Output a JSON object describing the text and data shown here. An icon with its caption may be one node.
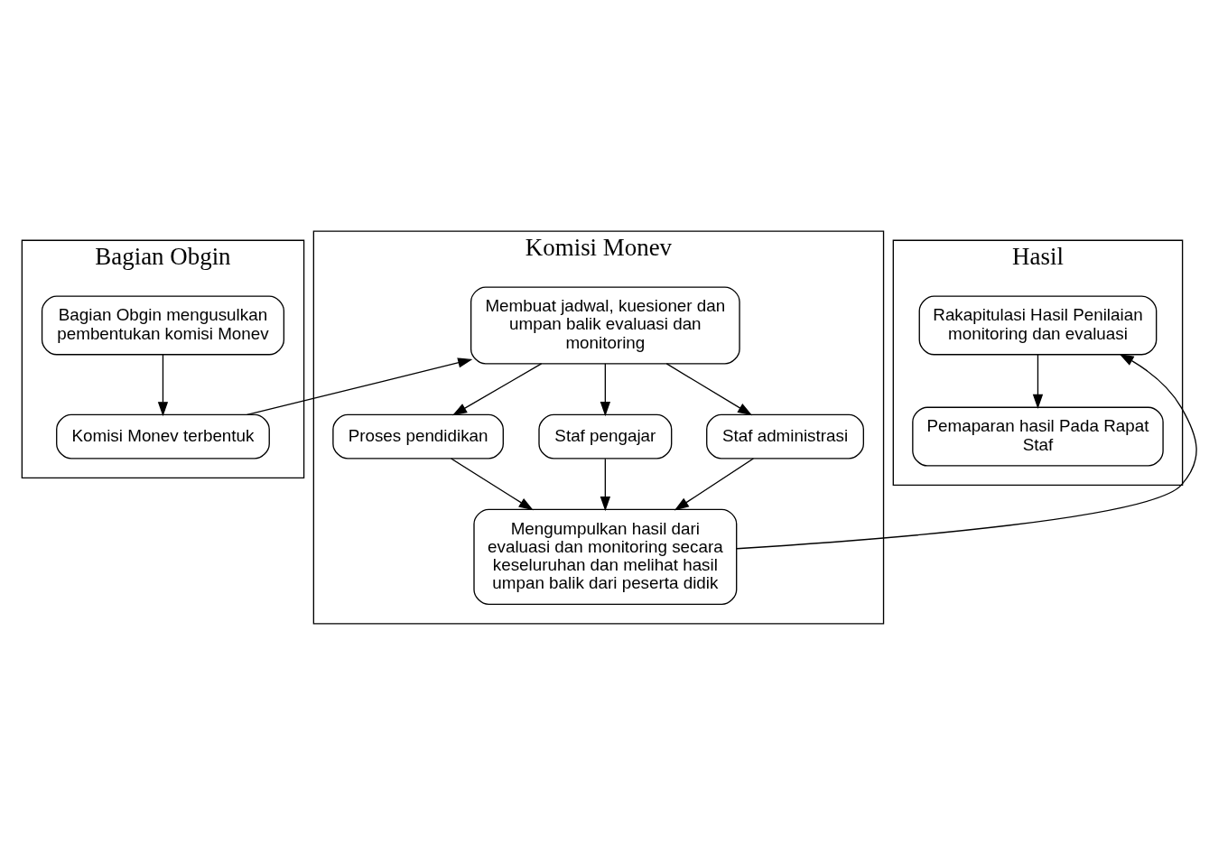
{
  "diagram": {
    "nodes": [
      {
        "text": [
          "Bagian Obgin"
        ]
      },
      {
        "text": [
          "Bagian Obgin mengusulkan pembentukan komisi Monev"
        ],
        "in": 0
      },
      {
        "text": [
          "Komisi Monev terbentuk"
        ],
        "in": 0
      },
      {
        "text": [
          "Komisi Monev"
        ]
      },
      {
        "text": [
          "Membuat jadwal, kuesioner dan umpan balik evaluasi dan  monitoring"
        ],
        "in": 3
      },
      {
        "text": [
          "Proses pendidikan"
        ],
        "in": 3
      },
      {
        "text": [
          "Staf pengajar"
        ],
        "in": 3
      },
      {
        "text": [
          "Staf administrasi"
        ],
        "in": 3
      },
      {
        "text": [
          "Mengumpulkan hasil dari evaluasi dan monitoring secara keseluruhan dan melihat hasil umpan balik dari peserta didik"
        ],
        "in": 3
      },
      {
        "text": [
          "Hasil"
        ]
      },
      {
        "text": [
          "Rakapitulasi Hasil Penilaian monitoring dan evaluasi"
        ],
        "in": 9
      },
      {
        "text": [
          "Pemaparan hasil Pada Rapat Staf"
        ],
        "in": 9
      }
    ],
    "edges": [
      {
        "from": 1,
        "to": 2,
        "arrow": "to"
      },
      {
        "from": 2,
        "to": 4,
        "arrow": "to"
      },
      {
        "from": 4,
        "to": 5,
        "arrow": "to"
      },
      {
        "from": 4,
        "to": 6,
        "arrow": "to"
      },
      {
        "from": 4,
        "to": 7,
        "arrow": "to"
      },
      {
        "from": 5,
        "to": 8,
        "arrow": "to"
      },
      {
        "from": 6,
        "to": 8,
        "arrow": "to"
      },
      {
        "from": 7,
        "to": 8,
        "arrow": "to"
      },
      {
        "from": 8,
        "to": 10,
        "arrow": "to"
      },
      {
        "from": 10,
        "to": 11,
        "arrow": "to"
      }
    ]
  }
}
